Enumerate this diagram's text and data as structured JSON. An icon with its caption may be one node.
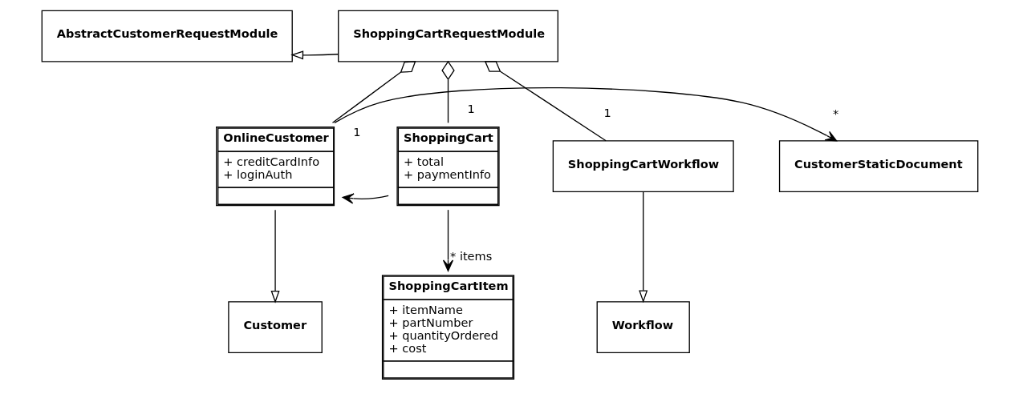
{
  "diagram": {
    "nodes": [
      {
        "text": [
          "AbstractCustomerRequestModule"
        ]
      },
      {
        "text": [
          "ShoppingCartRequestModule"
        ]
      },
      {
        "text": [
          "CustomerStaticDocument"
        ]
      },
      {
        "text": [
          "OnlineCustomer",
          "+ creditCardInfo",
          "+ loginAuth"
        ]
      },
      {
        "text": [
          "ShoppingCart",
          "+ total",
          "+ paymentInfo"
        ]
      },
      {
        "text": [
          "ShoppingCartWorkflow"
        ]
      },
      {
        "text": [
          "Customer"
        ]
      },
      {
        "text": [
          "ShoppingCartItem",
          "+ itemName",
          "+ partNumber",
          "+ quantityOrdered",
          "+ cost"
        ]
      },
      {
        "text": [
          "Workflow"
        ]
      }
    ],
    "edges": [
      {
        "from": 1,
        "to": 0,
        "arrow": "to"
      },
      {
        "from": 1,
        "to": 3,
        "arrow": "other",
        "label": "1"
      },
      {
        "from": 1,
        "to": 4,
        "arrow": "other",
        "label": "1"
      },
      {
        "from": 1,
        "to": 5,
        "arrow": "other",
        "label": "1"
      },
      {
        "from": 3,
        "to": 2,
        "arrow": "to",
        "label": "*"
      },
      {
        "from": 4,
        "to": 3,
        "arrow": "to"
      },
      {
        "from": 3,
        "to": 6,
        "arrow": "to"
      },
      {
        "from": 4,
        "to": 7,
        "arrow": "to",
        "label": "* items"
      },
      {
        "from": 5,
        "to": 8,
        "arrow": "to"
      }
    ]
  }
}
